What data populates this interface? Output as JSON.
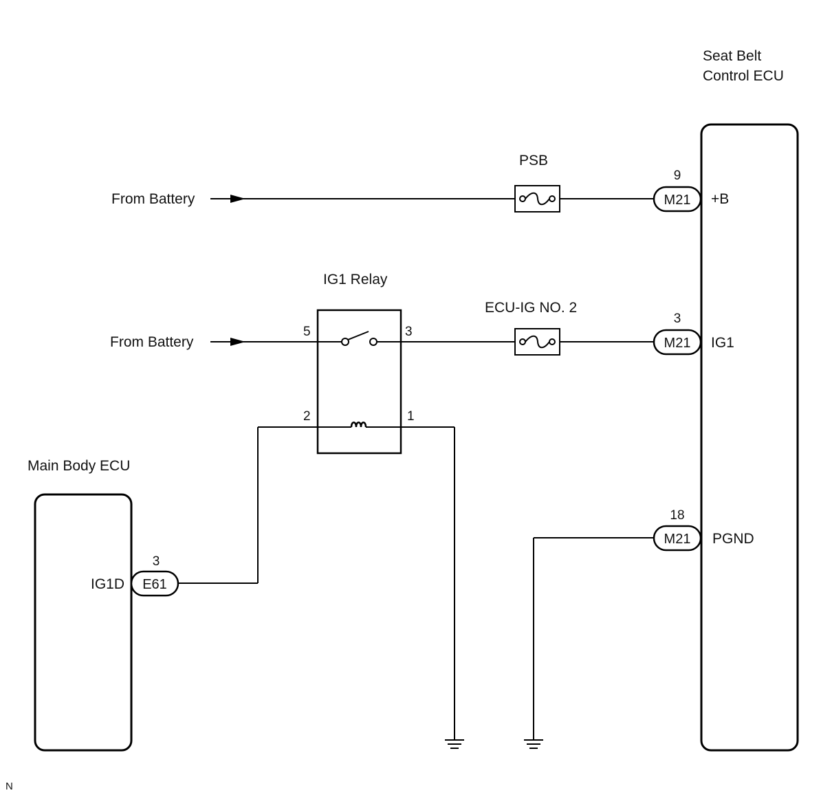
{
  "components": {
    "seat_belt_ecu": {
      "label_line1": "Seat Belt",
      "label_line2": "Control ECU"
    },
    "main_body_ecu": {
      "label": "Main Body ECU"
    },
    "ig1_relay": {
      "label": "IG1 Relay",
      "pin5": "5",
      "pin3": "3",
      "pin2": "2",
      "pin1": "1"
    },
    "fuse_psb": {
      "label": "PSB"
    },
    "fuse_ecu_ig2": {
      "label": "ECU-IG NO. 2"
    }
  },
  "sources": {
    "battery_1": "From Battery",
    "battery_2": "From Battery"
  },
  "connectors": {
    "m21_b": {
      "code": "M21",
      "pin": "9",
      "terminal": "+B"
    },
    "m21_ig1": {
      "code": "M21",
      "pin": "3",
      "terminal": "IG1"
    },
    "m21_pgnd": {
      "code": "M21",
      "pin": "18",
      "terminal": "PGND"
    },
    "e61": {
      "code": "E61",
      "pin": "3",
      "terminal": "IG1D"
    }
  },
  "footer": {
    "code": "N"
  }
}
